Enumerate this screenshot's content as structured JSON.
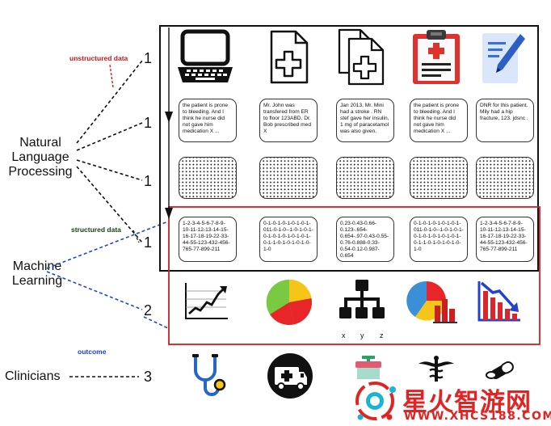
{
  "labels": {
    "unstructured": "unstructured data",
    "structured": "structured data",
    "outcome": "outcome",
    "nlp": [
      "Natural",
      "Language",
      "Processing"
    ],
    "ml": [
      "Machine",
      "Learning"
    ],
    "clinicians": "Clinicians"
  },
  "steps": [
    "1",
    "1",
    "1",
    "1",
    "2",
    "3"
  ],
  "text_cards": [
    "the patient is prone to bleeding. And I think he nurse did not gave him medication X ...",
    "Mr. John was transfered from ER to floor 123ABD. Dr. Bob prescribed med X",
    "Jan 2013, Mr. Mini had a stroke . RN stef gave her insulin, 1 mg of paracetamol was also given.",
    "the patient is prone to bleeding. And I think he nurse did not gave him medication X ...",
    "DNR for this patient. Mily had a hip fracture, 123. jdsnc ."
  ],
  "num_cards": [
    "1-2-3-4-5-6-7-8-9-10-11-12-13-14-15-16-17-18-19-22-33-44-55-123-432-456-765-77-899-211",
    "0-1-0-1-0-1-0-1-0-1-011-0-1-0--1-0-1-0-1-0-1-0-1-0-1-0-1-0-1-0-1-1-0-1-0-1-0-1-0-1-0",
    "0.23-0.43-0.66-0.123-.654-0.654-.97-0.43-0.55-0.76-0.888-0.33-0.54-0.12-0.987-0.654",
    "0-1-0-1-0-1-0-1-0-1-011-0-1-0--1-0-1-0-1-0-1-0-1-0-1-0-1-0-1-0-1-1-0-1-0-1-0-1-0-1-0",
    "1-2-3-4-5-6-7-8-9-10-11-12-13-14-15-16-17-18-19-22-33-44-55-123-432-456-765-77-899-211"
  ],
  "tree_axis": [
    "x",
    "y",
    "z"
  ],
  "watermark": {
    "cn": "星火智游网",
    "url": "WWW.XHCS188.COM"
  },
  "colors": {
    "red": "#cc1f1f",
    "blue_dash": "#2244cc",
    "pie_green": "#7ac943",
    "pie_yellow": "#f5c518",
    "pie_red": "#e8262a",
    "chart_blue": "#3b8fd6",
    "stethoscope_blue": "#2566c7",
    "watermark_red": "#e02424"
  },
  "icons": {
    "row1": [
      "laptop-icon",
      "document-plus-icon",
      "documents-plus-icon",
      "clipboard-icon",
      "note-pen-icon"
    ],
    "row4": [
      "line-chart-icon",
      "pie-chart-icon",
      "hierarchy-tree-icon",
      "pie-bar-chart-icon",
      "declining-chart-icon"
    ],
    "row5": [
      "stethoscope-icon",
      "ambulance-icon",
      "medicine-icon",
      "caduceus-icon",
      "pills-icon"
    ]
  }
}
